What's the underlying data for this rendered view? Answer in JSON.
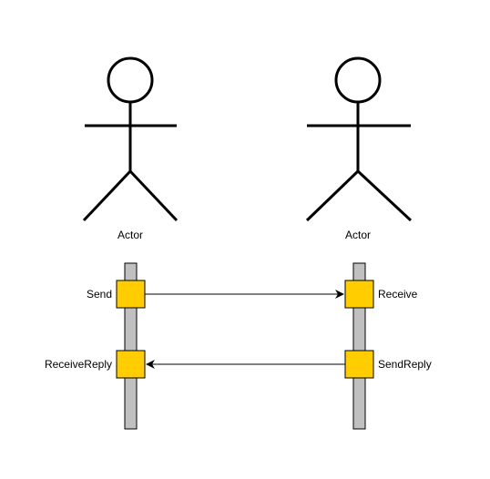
{
  "actors": [
    {
      "label": "Actor"
    },
    {
      "label": "Actor"
    }
  ],
  "messages": {
    "send": "Send",
    "receive": "Receive",
    "receive_reply": "ReceiveReply",
    "send_reply": "SendReply"
  },
  "colors": {
    "background": "#ffffff",
    "stroke": "#000000",
    "lifeline": "#c0c0c0",
    "activation": "#ffcd00"
  }
}
